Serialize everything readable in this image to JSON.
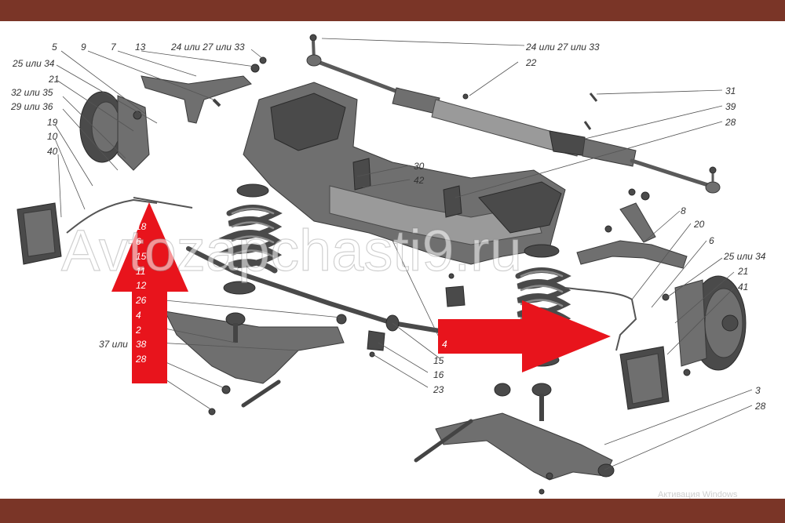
{
  "labels": [
    {
      "id": "5",
      "text": "5"
    },
    {
      "id": "9",
      "text": "9"
    },
    {
      "id": "7",
      "text": "7"
    },
    {
      "id": "13",
      "text": "13"
    },
    {
      "id": "24-27-33-top-left",
      "text": "24 или 27 или 33"
    },
    {
      "id": "25-34-left",
      "text": "25 или 34"
    },
    {
      "id": "21-left",
      "text": "21"
    },
    {
      "id": "32-35",
      "text": "32 или 35"
    },
    {
      "id": "29-36",
      "text": "29 или 36"
    },
    {
      "id": "19",
      "text": "19"
    },
    {
      "id": "10",
      "text": "10"
    },
    {
      "id": "40",
      "text": "40"
    },
    {
      "id": "18",
      "text": "18"
    },
    {
      "id": "6-left",
      "text": "6"
    },
    {
      "id": "15-left",
      "text": "15"
    },
    {
      "id": "11",
      "text": "11"
    },
    {
      "id": "12",
      "text": "12"
    },
    {
      "id": "26",
      "text": "26"
    },
    {
      "id": "4-left",
      "text": "4"
    },
    {
      "id": "2",
      "text": "2"
    },
    {
      "id": "37-or",
      "text": "37 или"
    },
    {
      "id": "38",
      "text": "38"
    },
    {
      "id": "28-left",
      "text": "28"
    },
    {
      "id": "24-27-33-top-right",
      "text": "24 или 27 или 33"
    },
    {
      "id": "22",
      "text": "22"
    },
    {
      "id": "31",
      "text": "31"
    },
    {
      "id": "39",
      "text": "39"
    },
    {
      "id": "28-top",
      "text": "28"
    },
    {
      "id": "30",
      "text": "30"
    },
    {
      "id": "42",
      "text": "42"
    },
    {
      "id": "8",
      "text": "8"
    },
    {
      "id": "20",
      "text": "20"
    },
    {
      "id": "6-right",
      "text": "6"
    },
    {
      "id": "25-34-right",
      "text": "25 или 34"
    },
    {
      "id": "21-right",
      "text": "21"
    },
    {
      "id": "41",
      "text": "41"
    },
    {
      "id": "4-center",
      "text": "4"
    },
    {
      "id": "15-center",
      "text": "15"
    },
    {
      "id": "16",
      "text": "16"
    },
    {
      "id": "23",
      "text": "23"
    },
    {
      "id": "3",
      "text": "3"
    },
    {
      "id": "28-bottom",
      "text": "28"
    }
  ],
  "watermark": "Avtozapchasti9.ru",
  "os_overlay": "Активация Windows",
  "colors": {
    "band": "#7a3527",
    "arrow": "#e8141c",
    "part_gray": "#6f6f6f"
  },
  "arrows": [
    {
      "name": "up-arrow-icon",
      "direction": "up"
    },
    {
      "name": "right-arrow-icon",
      "direction": "right"
    }
  ]
}
